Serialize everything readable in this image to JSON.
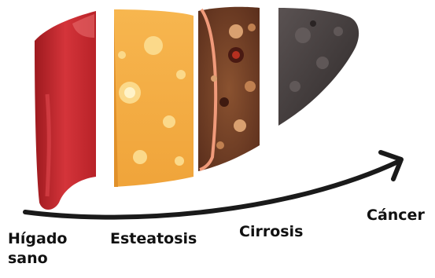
{
  "labels": {
    "healthy_line1": "Hígado",
    "healthy_line2": "sano",
    "steatosis": "Esteatosis",
    "cirrhosis": "Cirrosis",
    "cancer": "Cáncer"
  },
  "colors": {
    "healthy": "#c8242b",
    "steatosis": "#f0a640",
    "cirrhosis": "#6e3a22",
    "cancer": "#4a4343",
    "arrow": "#1a1a1a"
  }
}
